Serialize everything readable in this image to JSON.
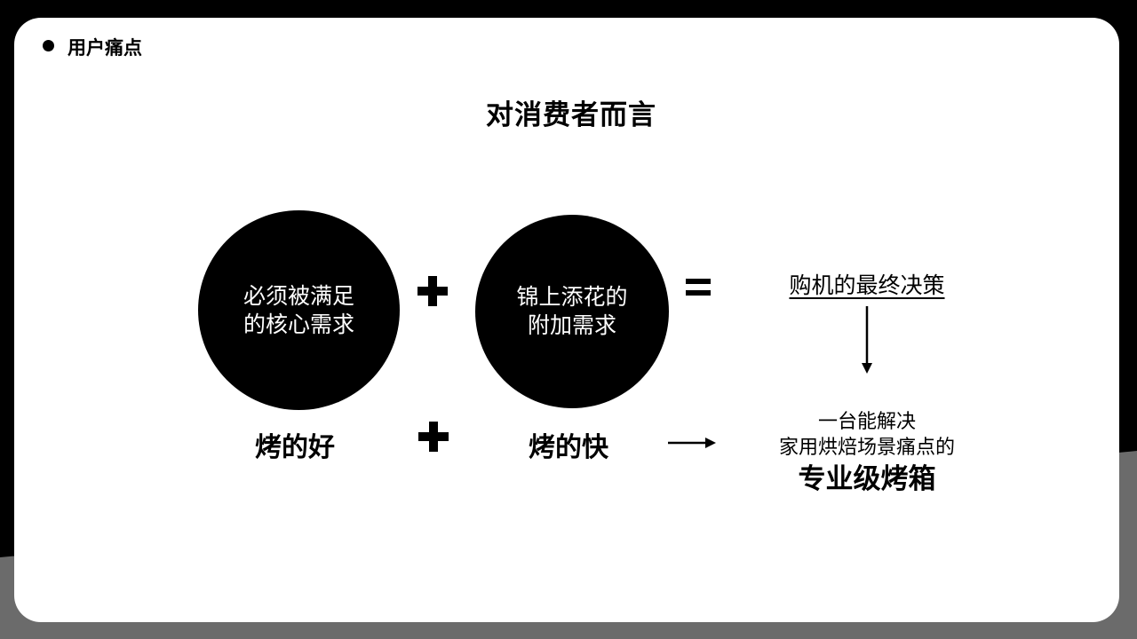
{
  "section": {
    "label": "用户痛点"
  },
  "title": "对消费者而言",
  "circles": [
    {
      "line1": "必须被满足",
      "line2": "的核心需求"
    },
    {
      "line1": "锦上添花的",
      "line2": "附加需求"
    }
  ],
  "decision_label": "购机的最终决策",
  "labels": {
    "good": "烤的好",
    "fast": "烤的快"
  },
  "result": {
    "line1": "一台能解决",
    "line2": "家用烘焙场景痛点的",
    "line3": "专业级烤箱"
  },
  "colors": {
    "background": "#000000",
    "gray_band": "#6b6b6b",
    "card": "#ffffff",
    "ink": "#000000"
  },
  "icons": [
    "bullet-dot",
    "plus-sign",
    "equals-sign",
    "arrow-down",
    "arrow-right"
  ]
}
